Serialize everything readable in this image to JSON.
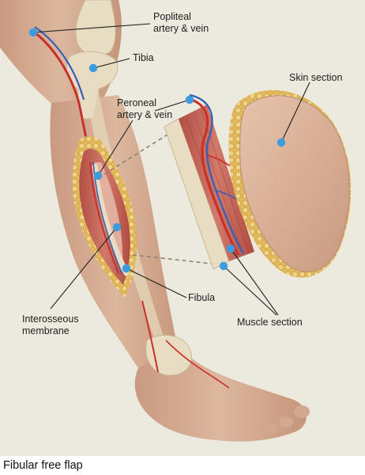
{
  "figure": {
    "caption": "Fibular free flap",
    "labels": {
      "popliteal": [
        "Popliteal",
        "artery & vein"
      ],
      "tibia": [
        "Tibia"
      ],
      "peroneal": [
        "Peroneal",
        "artery & vein"
      ],
      "skin_section": [
        "Skin section"
      ],
      "fibula": [
        "Fibula"
      ],
      "muscle_section": [
        "Muscle section"
      ],
      "interosseous": [
        "Interosseous",
        "membrane"
      ]
    },
    "colors": {
      "background": "#ece9de",
      "skin": "#d8b39a",
      "muscle": "#c86a5c",
      "fat": "#e8c56a",
      "bone": "#e8ddc2",
      "artery": "#c8302a",
      "vein": "#3b5fb4",
      "marker": "#3d9ce0",
      "leader": "#1e1e1e"
    }
  }
}
